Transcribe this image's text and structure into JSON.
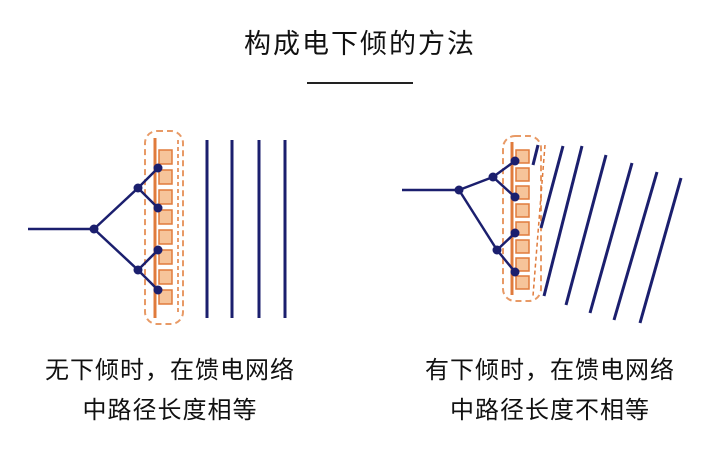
{
  "title": "构成电下倾的方法",
  "left_panel": {
    "caption_line1": "无下倾时，在馈电网络",
    "caption_line2": "中路径长度相等"
  },
  "right_panel": {
    "caption_line1": "有下倾时，在馈电网络",
    "caption_line2": "中路径长度不相等"
  },
  "colors": {
    "feed_line": "#1b1f6e",
    "wavefront": "#1b1f6e",
    "element_fill": "#f6c49a",
    "element_stroke": "#e07b3c",
    "dashed_outline": "#e89a66"
  }
}
